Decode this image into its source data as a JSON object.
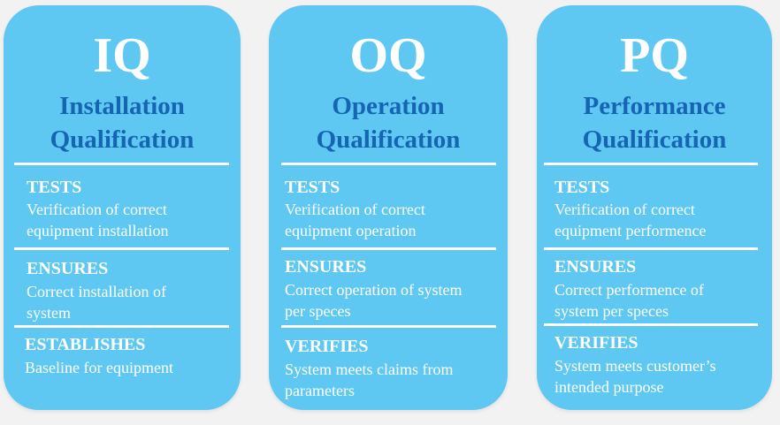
{
  "cards": [
    {
      "abbr": "IQ",
      "full_line1": "Installation",
      "full_line2": "Qualification",
      "sections": [
        {
          "heading": "TESTS",
          "line1": "Verification of correct",
          "line2": "equipment installation"
        },
        {
          "heading": "ENSURES",
          "line1": "Correct installation of",
          "line2": "system"
        },
        {
          "heading": "ESTABLISHES",
          "line1": "Baseline for equipment",
          "line2": ""
        }
      ]
    },
    {
      "abbr": "OQ",
      "full_line1": "Operation",
      "full_line2": "Qualification",
      "sections": [
        {
          "heading": "TESTS",
          "line1": "Verification of correct",
          "line2": "equipment operation"
        },
        {
          "heading": "ENSURES",
          "line1": "Correct operation of system",
          "line2": "per speces"
        },
        {
          "heading": "VERIFIES",
          "line1": "System meets claims from",
          "line2": "parameters"
        }
      ]
    },
    {
      "abbr": "PQ",
      "full_line1": "Performance",
      "full_line2": "Qualification",
      "sections": [
        {
          "heading": "TESTS",
          "line1": "Verification of correct",
          "line2": "equipment performence"
        },
        {
          "heading": "ENSURES",
          "line1": "Correct performence of",
          "line2": "system per speces"
        },
        {
          "heading": "VERIFIES",
          "line1": "System meets customer’s",
          "line2": "intended purpose"
        }
      ]
    }
  ]
}
